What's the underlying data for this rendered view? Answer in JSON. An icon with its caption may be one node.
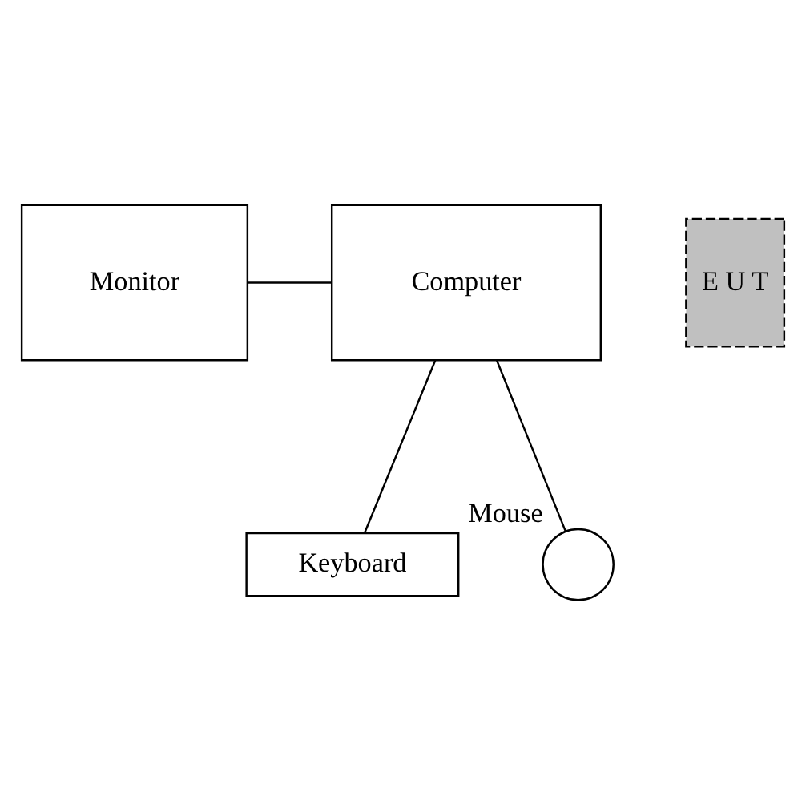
{
  "diagram": {
    "nodes": [
      {
        "text": [
          "Monitor"
        ]
      },
      {
        "text": [
          "Computer"
        ]
      },
      {
        "text": [
          "E U T"
        ]
      },
      {
        "text": [
          "Keyboard"
        ]
      },
      {
        "text": [],
        "shape": "circle",
        "beside": [
          "Mouse"
        ]
      }
    ],
    "edges": [
      {
        "from": 0,
        "to": 1,
        "arrow": "none"
      },
      {
        "from": 3,
        "to": 1,
        "arrow": "none"
      },
      {
        "from": 4,
        "to": 1,
        "arrow": "none"
      }
    ]
  }
}
